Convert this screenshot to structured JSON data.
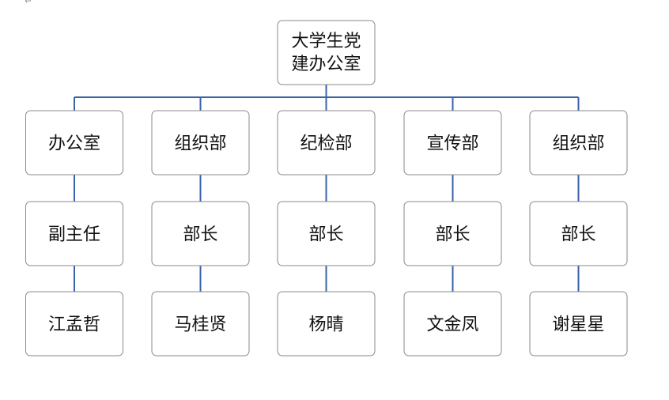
{
  "root": {
    "lines": [
      "大学生党",
      "建办公室"
    ]
  },
  "departments": [
    {
      "name": "办公室",
      "role": "副主任",
      "person": "江孟哲"
    },
    {
      "name": "组织部",
      "role": "部长",
      "person": "马桂贤"
    },
    {
      "name": "纪检部",
      "role": "部长",
      "person": "杨晴"
    },
    {
      "name": "宣传部",
      "role": "部长",
      "person": "文金凤"
    },
    {
      "name": "组织部",
      "role": "部长",
      "person": "谢星星"
    }
  ],
  "colors": {
    "connector": "#3a62a8",
    "box_border": "#8a8a8a"
  },
  "icons": {
    "paragraph_mark": "return-arrow-icon"
  }
}
